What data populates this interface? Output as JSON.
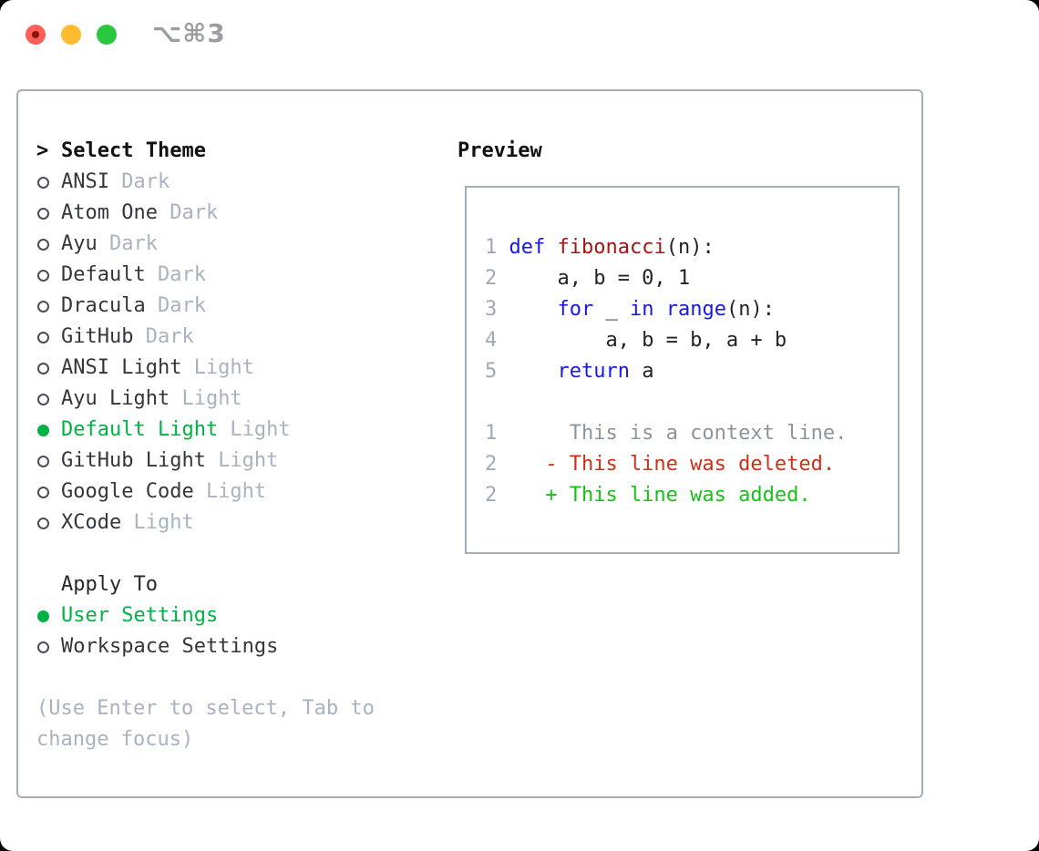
{
  "titlebar": {
    "shortcut": "⌥⌘3",
    "buttons": [
      {
        "id": "close",
        "color": "#ff5f57",
        "inner_dot_color": "#87150c"
      },
      {
        "id": "minimize",
        "color": "#febc2e"
      },
      {
        "id": "maximize",
        "color": "#28c840"
      }
    ]
  },
  "theme_panel": {
    "title_marker": ">",
    "title": "Select Theme",
    "items": [
      {
        "name": "ANSI",
        "variant": "Dark",
        "selected": false
      },
      {
        "name": "Atom One",
        "variant": "Dark",
        "selected": false
      },
      {
        "name": "Ayu",
        "variant": "Dark",
        "selected": false
      },
      {
        "name": "Default",
        "variant": "Dark",
        "selected": false
      },
      {
        "name": "Dracula",
        "variant": "Dark",
        "selected": false
      },
      {
        "name": "GitHub",
        "variant": "Dark",
        "selected": false
      },
      {
        "name": "ANSI Light",
        "variant": "Light",
        "selected": false
      },
      {
        "name": "Ayu Light",
        "variant": "Light",
        "selected": false
      },
      {
        "name": "Default Light",
        "variant": "Light",
        "selected": true
      },
      {
        "name": "GitHub Light",
        "variant": "Light",
        "selected": false
      },
      {
        "name": "Google Code",
        "variant": "Light",
        "selected": false
      },
      {
        "name": "XCode",
        "variant": "Light",
        "selected": false
      }
    ],
    "apply_to": {
      "title": "Apply To",
      "options": [
        {
          "name": "User Settings",
          "selected": true
        },
        {
          "name": "Workspace Settings",
          "selected": false
        }
      ]
    },
    "help_text": "(Use Enter to select, Tab to change focus)"
  },
  "preview": {
    "title": "Preview",
    "lines": [
      {
        "no": "1",
        "tokens": [
          {
            "text": "def",
            "type": "keyword"
          },
          {
            "text": " ",
            "type": "plain"
          },
          {
            "text": "fibonacci",
            "type": "function"
          },
          {
            "text": "(n):",
            "type": "plain"
          }
        ]
      },
      {
        "no": "2",
        "tokens": [
          {
            "text": "    a, b = 0, 1",
            "type": "plain"
          }
        ]
      },
      {
        "no": "3",
        "tokens": [
          {
            "text": "    ",
            "type": "plain"
          },
          {
            "text": "for",
            "type": "keyword"
          },
          {
            "text": " _ ",
            "type": "plain"
          },
          {
            "text": "in",
            "type": "keyword"
          },
          {
            "text": " ",
            "type": "plain"
          },
          {
            "text": "range",
            "type": "keyword"
          },
          {
            "text": "(n):",
            "type": "plain"
          }
        ]
      },
      {
        "no": "4",
        "tokens": [
          {
            "text": "        a, b = b, a + b",
            "type": "plain"
          }
        ]
      },
      {
        "no": "5",
        "tokens": [
          {
            "text": "    ",
            "type": "plain"
          },
          {
            "text": "return",
            "type": "keyword"
          },
          {
            "text": " a",
            "type": "plain"
          }
        ]
      },
      {
        "no": "",
        "tokens": []
      },
      {
        "no": "1",
        "tokens": [
          {
            "text": "     This is a context line.",
            "type": "context"
          }
        ]
      },
      {
        "no": "2",
        "tokens": [
          {
            "text": "   - This line was deleted.",
            "type": "deleted"
          }
        ]
      },
      {
        "no": "2",
        "tokens": [
          {
            "text": "   + This line was added.",
            "type": "added"
          }
        ]
      }
    ]
  },
  "colors": {
    "selection_green": "#00b244",
    "added_green": "#17c117",
    "deleted_red": "#cc3118",
    "keyword_blue": "#1717e6",
    "function_red": "#a31515",
    "muted_grey": "#a9b2be",
    "line_number_grey": "#9fa9b5",
    "border_grey": "#a6aeb8"
  }
}
